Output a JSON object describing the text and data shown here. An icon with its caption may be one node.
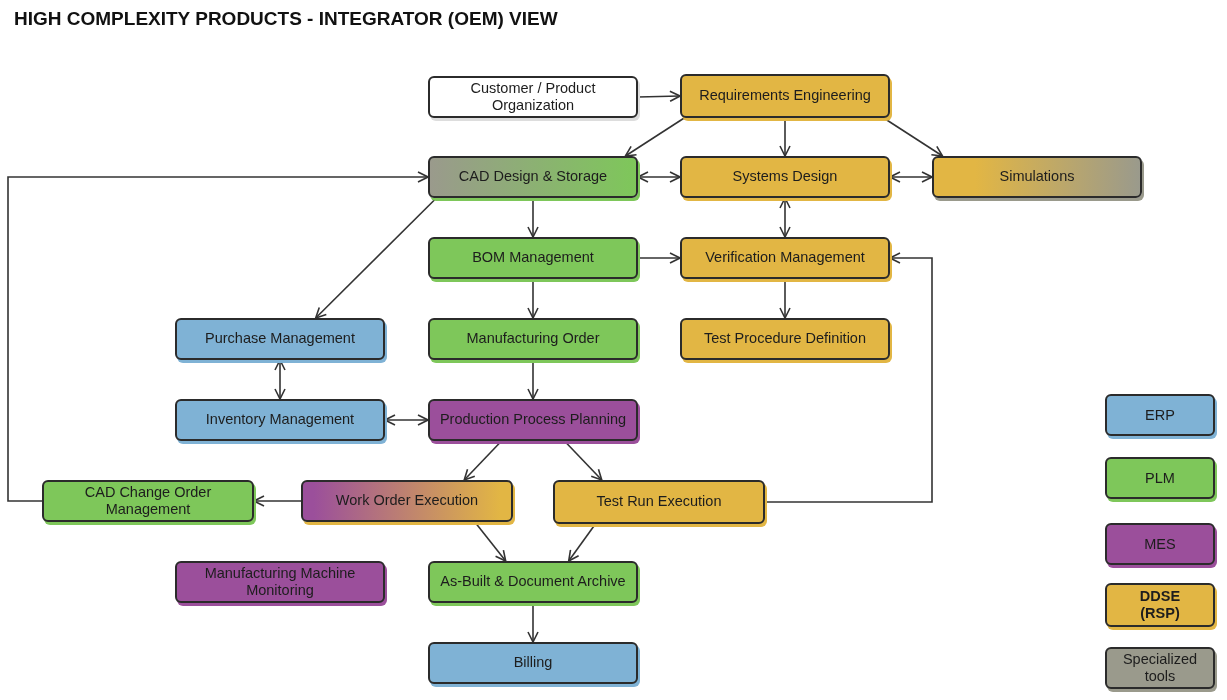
{
  "diagram": {
    "title": "HIGH COMPLEXITY PRODUCTS - INTEGRATOR (OEM) VIEW",
    "nodes": [
      {
        "text": [
          "Customer / Product Organization"
        ]
      },
      {
        "text": [
          "Requirements Engineering"
        ]
      },
      {
        "text": [
          "CAD Design & Storage"
        ]
      },
      {
        "text": [
          "Systems Design"
        ]
      },
      {
        "text": [
          "Simulations"
        ]
      },
      {
        "text": [
          "BOM Management"
        ]
      },
      {
        "text": [
          "Verification Management"
        ]
      },
      {
        "text": [
          "Purchase Management"
        ]
      },
      {
        "text": [
          "Manufacturing Order"
        ]
      },
      {
        "text": [
          "Test Procedure Definition"
        ]
      },
      {
        "text": [
          "Inventory Management"
        ]
      },
      {
        "text": [
          "Production Process Planning"
        ]
      },
      {
        "text": [
          "CAD Change Order Management"
        ]
      },
      {
        "text": [
          "Work Order Execution"
        ]
      },
      {
        "text": [
          "Test Run Execution"
        ]
      },
      {
        "text": [
          "Manufacturing Machine Monitoring"
        ]
      },
      {
        "text": [
          "As-Built & Document Archive"
        ]
      },
      {
        "text": [
          "Billing"
        ]
      }
    ],
    "edges": [
      {
        "from": 0,
        "to": 1,
        "arrow": "to"
      },
      {
        "from": 1,
        "to": 2,
        "arrow": "to"
      },
      {
        "from": 1,
        "to": 3,
        "arrow": "to"
      },
      {
        "from": 1,
        "to": 4,
        "arrow": "to"
      },
      {
        "from": 2,
        "to": 3,
        "arrow": "both"
      },
      {
        "from": 3,
        "to": 4,
        "arrow": "both"
      },
      {
        "from": 2,
        "to": 5,
        "arrow": "to"
      },
      {
        "from": 3,
        "to": 6,
        "arrow": "both"
      },
      {
        "from": 5,
        "to": 6,
        "arrow": "to"
      },
      {
        "from": 2,
        "to": 7,
        "arrow": "to"
      },
      {
        "from": 5,
        "to": 8,
        "arrow": "to"
      },
      {
        "from": 6,
        "to": 9,
        "arrow": "to"
      },
      {
        "from": 7,
        "to": 10,
        "arrow": "both"
      },
      {
        "from": 10,
        "to": 11,
        "arrow": "both"
      },
      {
        "from": 8,
        "to": 11,
        "arrow": "to"
      },
      {
        "from": 11,
        "to": 13,
        "arrow": "to"
      },
      {
        "from": 11,
        "to": 14,
        "arrow": "to"
      },
      {
        "from": 13,
        "to": 12,
        "arrow": "to"
      },
      {
        "from": 12,
        "to": 2,
        "arrow": "to"
      },
      {
        "from": 14,
        "to": 6,
        "arrow": "to"
      },
      {
        "from": 13,
        "to": 16,
        "arrow": "to"
      },
      {
        "from": 14,
        "to": 16,
        "arrow": "to"
      },
      {
        "from": 16,
        "to": 17,
        "arrow": "to"
      }
    ],
    "legend": [
      {
        "text": "ERP",
        "color": "#7fb2d5"
      },
      {
        "text": "PLM",
        "color": "#7ec75a"
      },
      {
        "text": "MES",
        "color": "#9b4f9b"
      },
      {
        "text": "DDSE (RSP)",
        "color": "#e2b644"
      },
      {
        "text": "Specialized tools",
        "color": "#9a9a8c"
      }
    ]
  }
}
